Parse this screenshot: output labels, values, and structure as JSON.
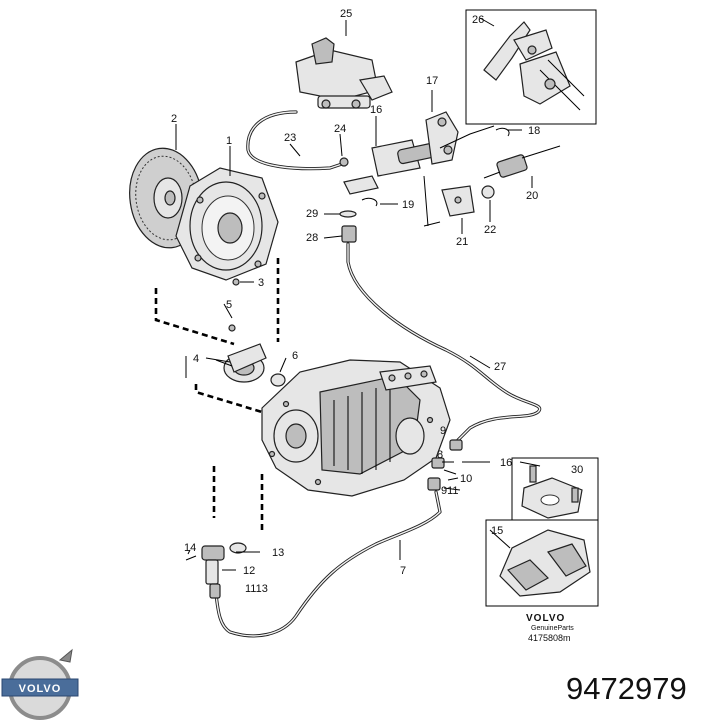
{
  "part_number": "9472979",
  "brand_logo_text": "VOLVO",
  "stamp": {
    "brand": "VOLVO",
    "line2": "GenuineParts",
    "code": "4175808m"
  },
  "callouts": {
    "c1": "1",
    "c2": "2",
    "c3": "3",
    "c4": "4",
    "c5": "5",
    "c6": "6",
    "c7": "7",
    "c8": "8",
    "c9": "9",
    "c10": "10",
    "c911": "911",
    "c12": "12",
    "c1113": "1113",
    "c13": "13",
    "c14": "14",
    "c15": "15",
    "c16a": "16",
    "c16b": "16",
    "c17": "17",
    "c18": "18",
    "c19": "19",
    "c20": "20",
    "c21": "21",
    "c22": "22",
    "c23": "23",
    "c24": "24",
    "c25": "25",
    "c26": "26",
    "c27": "27",
    "c28": "28",
    "c29": "29",
    "c30": "30"
  }
}
